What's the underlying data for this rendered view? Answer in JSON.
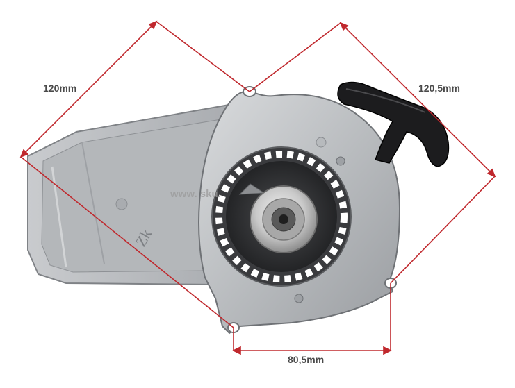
{
  "image": {
    "subject": "recoil pull starter",
    "watermark_text": "www.        sku.",
    "dimensions": [
      {
        "name": "diagonal-left",
        "label": "120mm"
      },
      {
        "name": "diagonal-right",
        "label": "120,5mm"
      },
      {
        "name": "bottom",
        "label": "80,5mm"
      }
    ],
    "colors": {
      "dimension_line": "#c0282d",
      "housing": "#bfc1c4",
      "housing_shadow": "#8f9296",
      "rotor": "#2e2f31",
      "handle": "#1c1c1e"
    }
  }
}
